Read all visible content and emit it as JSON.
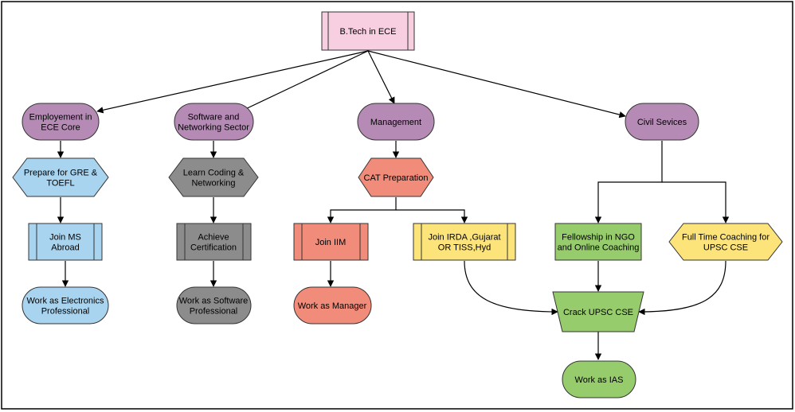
{
  "colors": {
    "pink": "#f7cfe0",
    "purple": "#b58bb6",
    "light_blue": "#a8d4f0",
    "gray": "#8c8c8c",
    "salmon": "#f28c7a",
    "yellow": "#fde47a",
    "green": "#97cc6c",
    "border": "#333333",
    "frame": "#000000"
  },
  "nodes": {
    "root": {
      "lines": [
        "B.Tech in ECE"
      ]
    },
    "ece_core": {
      "lines": [
        "Employement in",
        "ECE Core"
      ]
    },
    "software": {
      "lines": [
        "Software and",
        "Networking Sector"
      ]
    },
    "management": {
      "lines": [
        "Management"
      ]
    },
    "civil": {
      "lines": [
        "Civil Sevices"
      ]
    },
    "gre": {
      "lines": [
        "Prepare for GRE &",
        "TOEFL"
      ]
    },
    "coding": {
      "lines": [
        "Learn Coding &",
        "Networking"
      ]
    },
    "cat": {
      "lines": [
        "CAT Preparation"
      ]
    },
    "ms": {
      "lines": [
        "Join MS",
        "Abroad"
      ]
    },
    "cert": {
      "lines": [
        "Achieve",
        "Certification"
      ]
    },
    "iim": {
      "lines": [
        "Join IIM"
      ]
    },
    "irda": {
      "lines": [
        "Join IRDA ,Gujarat",
        "OR  TISS,Hyd"
      ]
    },
    "ngo": {
      "lines": [
        "Fellowship in NGO",
        "and Online Coaching"
      ]
    },
    "coaching": {
      "lines": [
        "Full Time Coaching for",
        "UPSC CSE"
      ]
    },
    "elec_prof": {
      "lines": [
        "Work as Electronics",
        "Professional"
      ]
    },
    "sw_prof": {
      "lines": [
        "Work as Software",
        "Professional"
      ]
    },
    "manager": {
      "lines": [
        "Work as Manager"
      ]
    },
    "upsc": {
      "lines": [
        "Crack UPSC CSE"
      ]
    },
    "ias": {
      "lines": [
        "Work as IAS"
      ]
    }
  }
}
